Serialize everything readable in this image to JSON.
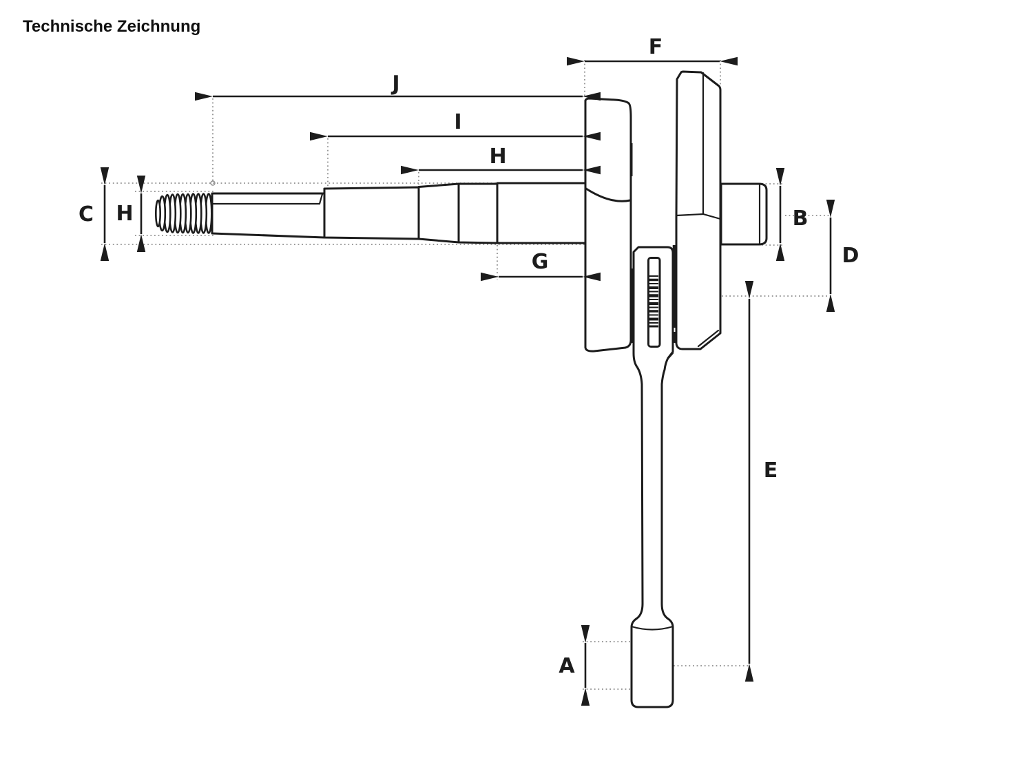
{
  "title": "Technische Zeichnung",
  "drawing": {
    "type": "technical line drawing",
    "subject": "engine crankshaft with connecting rod, side view",
    "background_color": "#ffffff",
    "outline_color": "#1c1c1c",
    "extension_line_color": "#8f8f8f",
    "parts": [
      "threaded-stub",
      "stepped-main-shaft",
      "left-crank-web",
      "serrated-crank-pin",
      "right-crank-web",
      "right-stub-shaft",
      "connecting-rod",
      "small-end-eye"
    ],
    "dimension_letters_shown": [
      "A",
      "B",
      "C",
      "D",
      "E",
      "F",
      "G",
      "H",
      "H",
      "I",
      "J"
    ]
  },
  "dims": {
    "A": "A",
    "B": "B",
    "C": "C",
    "D": "D",
    "E": "E",
    "F": "F",
    "G": "G",
    "H_vertical": "H",
    "H_horizontal": "H",
    "I": "I",
    "J": "J"
  }
}
